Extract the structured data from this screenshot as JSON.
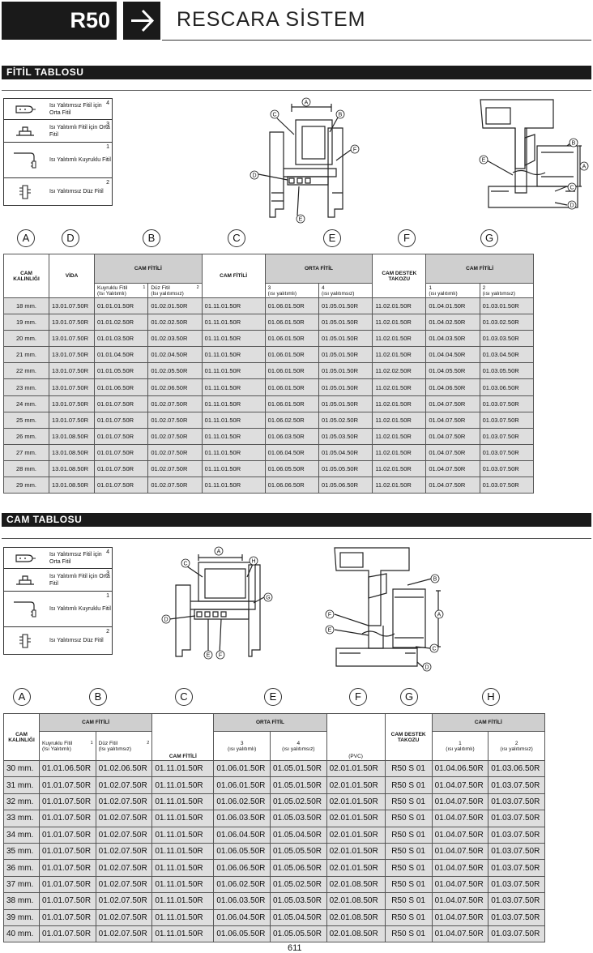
{
  "header": {
    "code": "R50",
    "title": "RESCARA SİSTEM"
  },
  "page_number": "611",
  "section1": {
    "title": "FİTİL TABLOSU",
    "legend": [
      {
        "num": "4",
        "text": "Isı Yalıtımsız Fitil için Orta Fitil"
      },
      {
        "num": "3",
        "text": "Isı Yalıtımlı Fitil için Orta Fitil"
      },
      {
        "num": "1",
        "text": "Isı Yalıtımlı Kuyruklu Fitil"
      },
      {
        "num": "2",
        "text": "Isı Yalıtımsız Düz Fitil"
      }
    ],
    "letters": [
      "A",
      "D",
      "B",
      "C",
      "E",
      "F",
      "G"
    ],
    "diagram1_labels": [
      "A",
      "B",
      "C",
      "D",
      "E",
      "F"
    ],
    "diagram2_labels": [
      "A",
      "B",
      "C",
      "D",
      "E"
    ],
    "headers": {
      "cam_kalinligi": "CAM KALINLIĞI",
      "vida": "VİDA",
      "cam_fitili": "CAM FİTİLİ",
      "kuyruklu": "Kuyruklu Fitil",
      "kuyruklu_sub": "(Isı Yalıtımlı)",
      "duz": "Düz Fitil",
      "duz_sub": "(Isı yalıtımsız)",
      "cam_fitili2": "CAM FİTİLİ",
      "orta_fitil": "ORTA FİTİL",
      "n3": "3",
      "n3_sub": "(ısı yalıtımlı)",
      "n4": "4",
      "n4_sub": "(ısı yalıtımsız)",
      "takoz": "CAM DESTEK TAKOZU",
      "cam_fitili3": "CAM FİTİLİ",
      "n1": "1",
      "n1_sub": "(ısı yalıtımlı)",
      "n2": "2",
      "n2_sub": "(ısı yalıtımsız)",
      "sup1": "1",
      "sup2": "2"
    },
    "rows": [
      [
        "18 mm.",
        "13.01.07.50R",
        "01.01.01.50R",
        "01.02.01.50R",
        "01.11.01.50R",
        "01.06.01.50R",
        "01.05.01.50R",
        "11.02.01.50R",
        "01.04.01.50R",
        "01.03.01.50R"
      ],
      [
        "19 mm.",
        "13.01.07.50R",
        "01.01.02.50R",
        "01.02.02.50R",
        "01.11.01.50R",
        "01.06.01.50R",
        "01.05.01.50R",
        "11.02.01.50R",
        "01.04.02.50R",
        "01.03.02.50R"
      ],
      [
        "20 mm.",
        "13.01.07.50R",
        "01.01.03.50R",
        "01.02.03.50R",
        "01.11.01.50R",
        "01.06.01.50R",
        "01.05.01.50R",
        "11.02.01.50R",
        "01.04.03.50R",
        "01.03.03.50R"
      ],
      [
        "21 mm.",
        "13.01.07.50R",
        "01.01.04.50R",
        "01.02.04.50R",
        "01.11.01.50R",
        "01.06.01.50R",
        "01.05.01.50R",
        "11.02.01.50R",
        "01.04.04.50R",
        "01.03.04.50R"
      ],
      [
        "22 mm.",
        "13.01.07.50R",
        "01.01.05.50R",
        "01.02.05.50R",
        "01.11.01.50R",
        "01.06.01.50R",
        "01.05.01.50R",
        "11.02.02.50R",
        "01.04.05.50R",
        "01.03.05.50R"
      ],
      [
        "23 mm.",
        "13.01.07.50R",
        "01.01.06.50R",
        "01.02.06.50R",
        "01.11.01.50R",
        "01.06.01.50R",
        "01.05.01.50R",
        "11.02.01.50R",
        "01.04.06.50R",
        "01.03.06.50R"
      ],
      [
        "24 mm.",
        "13.01.07.50R",
        "01.01.07.50R",
        "01.02.07.50R",
        "01.11.01.50R",
        "01.06.01.50R",
        "01.05.01.50R",
        "11.02.01.50R",
        "01.04.07.50R",
        "01.03.07.50R"
      ],
      [
        "25 mm.",
        "13.01.07.50R",
        "01.01.07.50R",
        "01.02.07.50R",
        "01.11.01.50R",
        "01.06.02.50R",
        "01.05.02.50R",
        "11.02.01.50R",
        "01.04.07.50R",
        "01.03.07.50R"
      ],
      [
        "26 mm.",
        "13.01.08.50R",
        "01.01.07.50R",
        "01.02.07.50R",
        "01.11.01.50R",
        "01.06.03.50R",
        "01.05.03.50R",
        "11.02.01.50R",
        "01.04.07.50R",
        "01.03.07.50R"
      ],
      [
        "27 mm.",
        "13.01.08.50R",
        "01.01.07.50R",
        "01.02.07.50R",
        "01.11.01.50R",
        "01.06.04.50R",
        "01.05.04.50R",
        "11.02.01.50R",
        "01.04.07.50R",
        "01.03.07.50R"
      ],
      [
        "28 mm.",
        "13.01.08.50R",
        "01.01.07.50R",
        "01.02.07.50R",
        "01.11.01.50R",
        "01.06.05.50R",
        "01.05.05.50R",
        "11.02.01.50R",
        "01.04.07.50R",
        "01.03.07.50R"
      ],
      [
        "29 mm.",
        "13.01.08.50R",
        "01.01.07.50R",
        "01.02.07.50R",
        "01.11.01.50R",
        "01.06.06.50R",
        "01.05.06.50R",
        "11.02.01.50R",
        "01.04.07.50R",
        "01.03.07.50R"
      ]
    ]
  },
  "section2": {
    "title": "CAM TABLOSU",
    "legend": [
      {
        "num": "4",
        "text": "Isı Yalıtımsız Fitil için Orta Fitil"
      },
      {
        "num": "3",
        "text": "Isı Yalıtımlı Fitil için Orta Fitil"
      },
      {
        "num": "1",
        "text": "Isı Yalıtımlı Kuyruklu Fitil"
      },
      {
        "num": "2",
        "text": "Isı Yalıtımsız Düz Fitil"
      }
    ],
    "letters": [
      "A",
      "B",
      "C",
      "E",
      "F",
      "G",
      "H"
    ],
    "diagram1_labels": [
      "A",
      "H",
      "C",
      "G",
      "D",
      "E",
      "F"
    ],
    "diagram2_labels": [
      "B",
      "A",
      "F",
      "E",
      "C",
      "D"
    ],
    "headers": {
      "cam_kalinligi": "CAM KALINLIĞI",
      "cam_fitili": "CAM FİTİLİ",
      "kuyruklu": "Kuyruklu Fitil",
      "kuyruklu_sub": "(Isı Yalıtımlı)",
      "duz": "Düz Fitil",
      "duz_sub": "(Isı yalıtımsız)",
      "cam_fitili2": "CAM FİTİLİ",
      "orta_fitil": "ORTA FİTİL",
      "n3": "3",
      "n3_sub": "(ısı yalıtımlı)",
      "n4": "4",
      "n4_sub": "(ısı yalıtımsız)",
      "pvc": "(PVC)",
      "takoz": "CAM DESTEK TAKOZU",
      "cam_fitili3": "CAM FİTİLİ",
      "n1": "1",
      "n1_sub": "(ısı yalıtımlı)",
      "n2": "2",
      "n2_sub": "(ısı yalıtımsız)",
      "sup1": "1",
      "sup2": "2"
    },
    "rows": [
      [
        "30 mm.",
        "01.01.06.50R",
        "01.02.06.50R",
        "01.11.01.50R",
        "01.06.01.50R",
        "01.05.01.50R",
        "02.01.01.50R",
        "R50 S 01",
        "01.04.06.50R",
        "01.03.06.50R"
      ],
      [
        "31 mm.",
        "01.01.07.50R",
        "01.02.07.50R",
        "01.11.01.50R",
        "01.06.01.50R",
        "01.05.01.50R",
        "02.01.01.50R",
        "R50 S 01",
        "01.04.07.50R",
        "01.03.07.50R"
      ],
      [
        "32 mm.",
        "01.01.07.50R",
        "01.02.07.50R",
        "01.11.01.50R",
        "01.06.02.50R",
        "01.05.02.50R",
        "02.01.01.50R",
        "R50 S 01",
        "01.04.07.50R",
        "01.03.07.50R"
      ],
      [
        "33 mm.",
        "01.01.07.50R",
        "01.02.07.50R",
        "01.11.01.50R",
        "01.06.03.50R",
        "01.05.03.50R",
        "02.01.01.50R",
        "R50 S 01",
        "01.04.07.50R",
        "01.03.07.50R"
      ],
      [
        "34 mm.",
        "01.01.07.50R",
        "01.02.07.50R",
        "01.11.01.50R",
        "01.06.04.50R",
        "01.05.04.50R",
        "02.01.01.50R",
        "R50 S 01",
        "01.04.07.50R",
        "01.03.07.50R"
      ],
      [
        "35 mm.",
        "01.01.07.50R",
        "01.02.07.50R",
        "01.11.01.50R",
        "01.06.05.50R",
        "01.05.05.50R",
        "02.01.01.50R",
        "R50 S 01",
        "01.04.07.50R",
        "01.03.07.50R"
      ],
      [
        "36 mm.",
        "01.01.07.50R",
        "01.02.07.50R",
        "01.11.01.50R",
        "01.06.06.50R",
        "01.05.06.50R",
        "02.01.01.50R",
        "R50 S 01",
        "01.04.07.50R",
        "01.03.07.50R"
      ],
      [
        "37 mm.",
        "01.01.07.50R",
        "01.02.07.50R",
        "01.11.01.50R",
        "01.06.02.50R",
        "01.05.02.50R",
        "02.01.08.50R",
        "R50 S 01",
        "01.04.07.50R",
        "01.03.07.50R"
      ],
      [
        "38 mm.",
        "01.01.07.50R",
        "01.02.07.50R",
        "01.11.01.50R",
        "01.06.03.50R",
        "01.05.03.50R",
        "02.01.08.50R",
        "R50 S 01",
        "01.04.07.50R",
        "01.03.07.50R"
      ],
      [
        "39 mm.",
        "01.01.07.50R",
        "01.02.07.50R",
        "01.11.01.50R",
        "01.06.04.50R",
        "01.05.04.50R",
        "02.01.08.50R",
        "R50 S 01",
        "01.04.07.50R",
        "01.03.07.50R"
      ],
      [
        "40 mm.",
        "01.01.07.50R",
        "01.02.07.50R",
        "01.11.01.50R",
        "01.06.05.50R",
        "01.05.05.50R",
        "02.01.08.50R",
        "R50 S 01",
        "01.04.07.50R",
        "01.03.07.50R"
      ]
    ]
  }
}
